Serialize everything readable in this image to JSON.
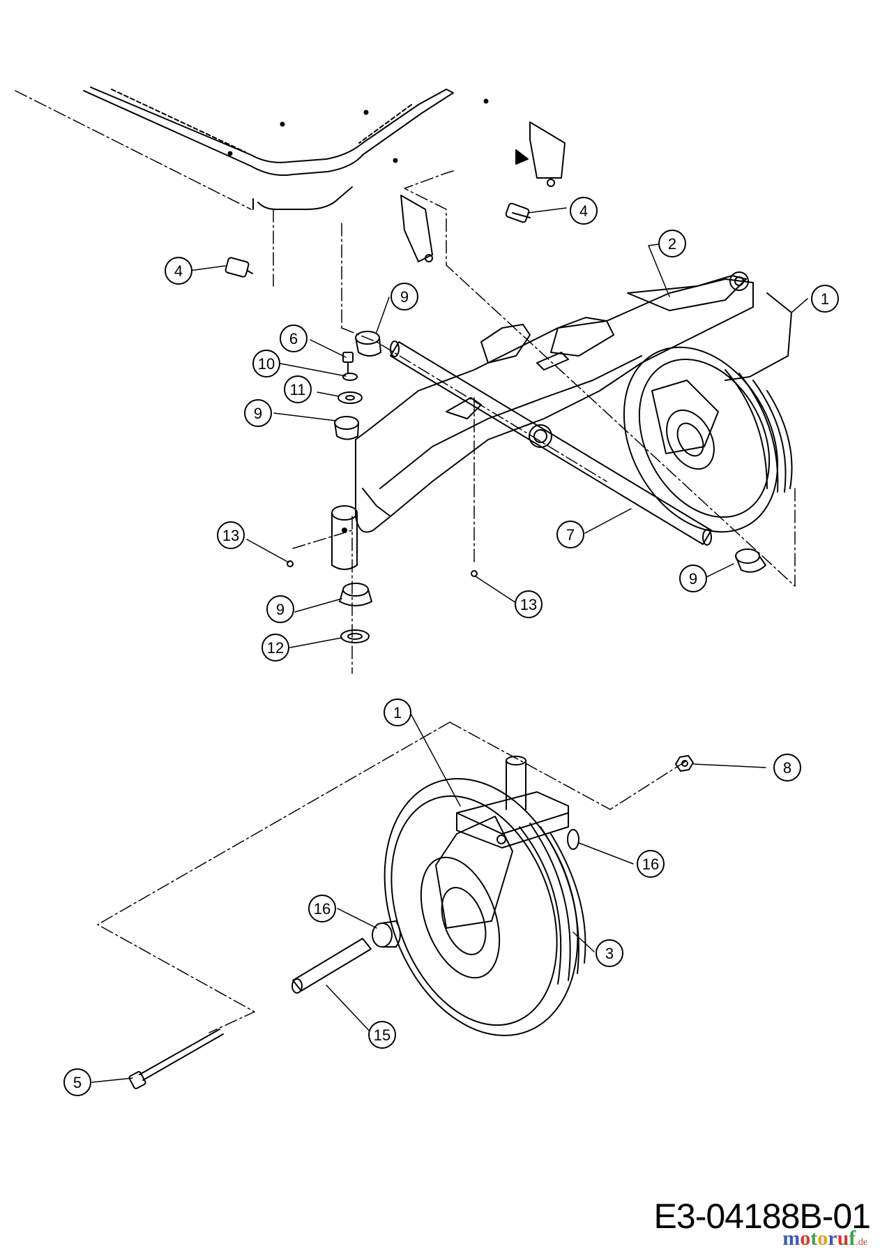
{
  "drawing_code": "E3-04188B-01",
  "watermark": {
    "name": "motoruf",
    "suffix": ".de",
    "colors": [
      "#3b5bb8",
      "#d23a2a",
      "#3aa34a",
      "#e0a21c",
      "#3b5bb8",
      "#d23a2a",
      "#3aa34a"
    ]
  },
  "callouts": [
    "1",
    "2",
    "3",
    "4",
    "5",
    "6",
    "7",
    "8",
    "9",
    "10",
    "11",
    "12",
    "13",
    "15",
    "16"
  ],
  "callout_instances": [
    {
      "num": "4"
    },
    {
      "num": "4"
    },
    {
      "num": "2"
    },
    {
      "num": "1"
    },
    {
      "num": "9"
    },
    {
      "num": "6"
    },
    {
      "num": "10"
    },
    {
      "num": "11"
    },
    {
      "num": "9"
    },
    {
      "num": "13"
    },
    {
      "num": "7"
    },
    {
      "num": "9"
    },
    {
      "num": "9"
    },
    {
      "num": "13"
    },
    {
      "num": "12"
    },
    {
      "num": "1"
    },
    {
      "num": "8"
    },
    {
      "num": "16"
    },
    {
      "num": "16"
    },
    {
      "num": "3"
    },
    {
      "num": "15"
    },
    {
      "num": "5"
    }
  ]
}
